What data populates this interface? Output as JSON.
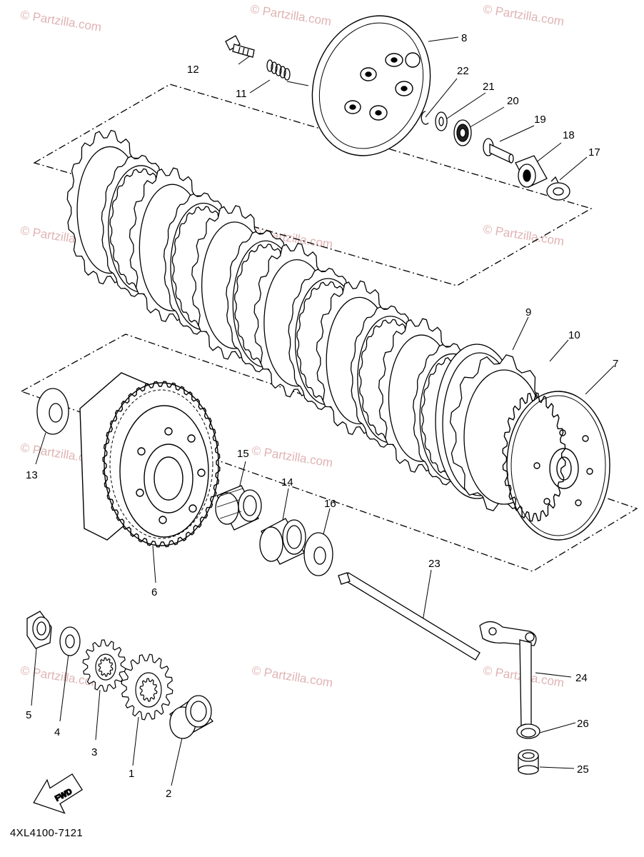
{
  "diagram": {
    "code": "4XL4100-7121",
    "fwd_label": "FWD",
    "watermark": "© Partzilla.com",
    "colors": {
      "line": "#000000",
      "watermark": "#e0b3b3",
      "background": "#ffffff"
    },
    "callouts": {
      "c1": "1",
      "c2": "2",
      "c3": "3",
      "c4": "4",
      "c5": "5",
      "c6": "6",
      "c7": "7",
      "c8": "8",
      "c9": "9",
      "c10": "10",
      "c11": "11",
      "c12": "12",
      "c13": "13",
      "c14": "14",
      "c15": "15",
      "c16": "16",
      "c17": "17",
      "c18": "18",
      "c19": "19",
      "c20": "20",
      "c21": "21",
      "c22": "22",
      "c23": "23",
      "c24": "24",
      "c25": "25",
      "c26": "26"
    }
  }
}
